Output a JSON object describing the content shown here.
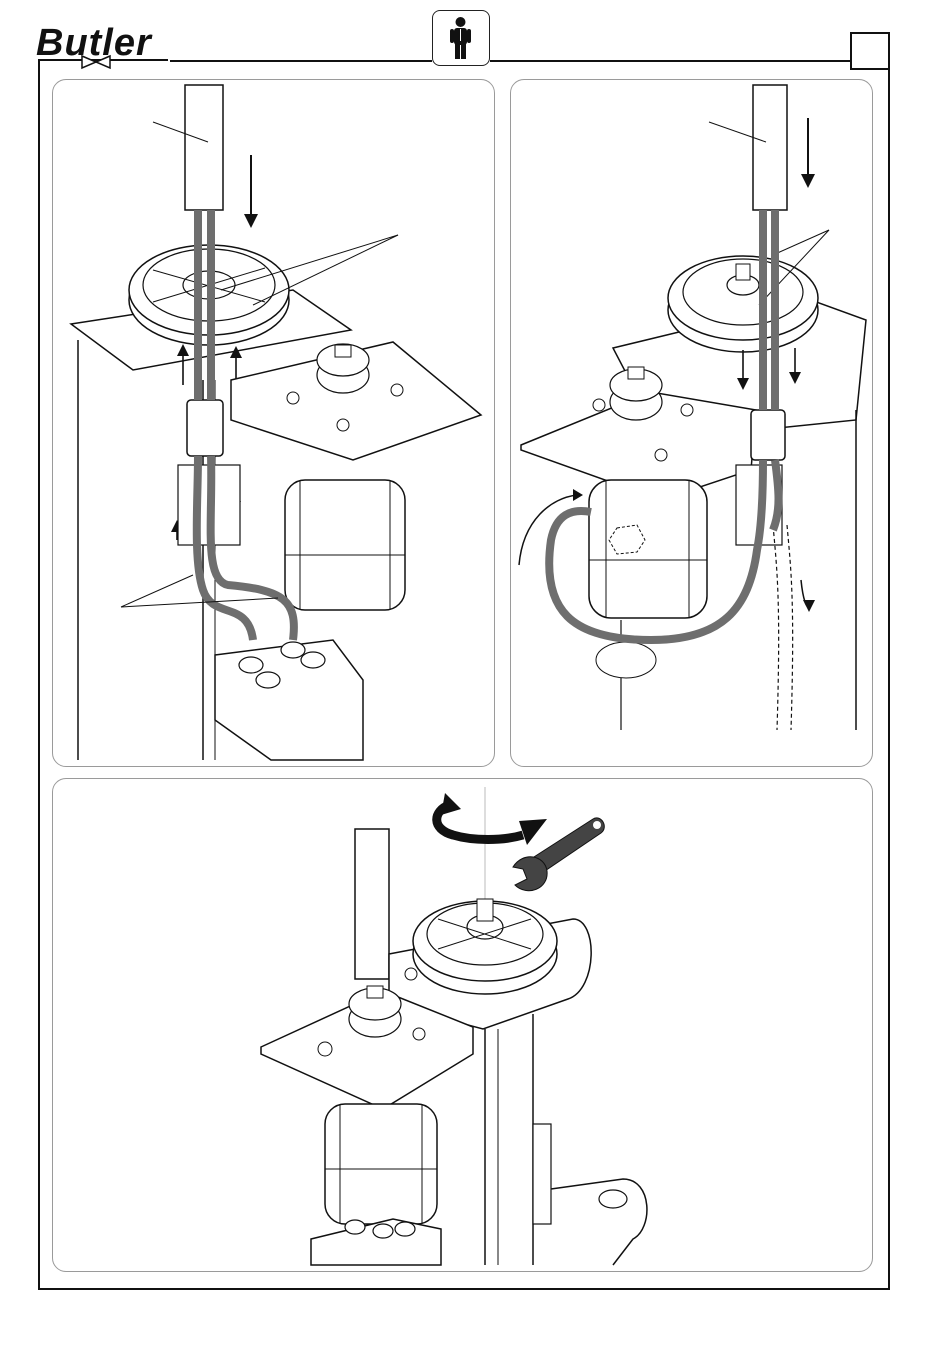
{
  "header": {
    "brand": "Butler",
    "icons": [
      "butler-logo",
      "operator-icon",
      "page-number-box"
    ]
  },
  "panels": [
    {
      "name": "panel-cable-routing-front",
      "icons": [
        "down-arrow-icon",
        "up-arrow-icon"
      ]
    },
    {
      "name": "panel-cable-routing-rear",
      "icons": [
        "down-arrow-icon",
        "curved-arrow-icon"
      ]
    },
    {
      "name": "panel-pulley-tightening",
      "icons": [
        "rotation-arrows-icon",
        "wrench-icon"
      ]
    }
  ],
  "colors": {
    "line": "#111111",
    "cable": "#6e6e6e",
    "panel_border": "#9a9a9a"
  }
}
